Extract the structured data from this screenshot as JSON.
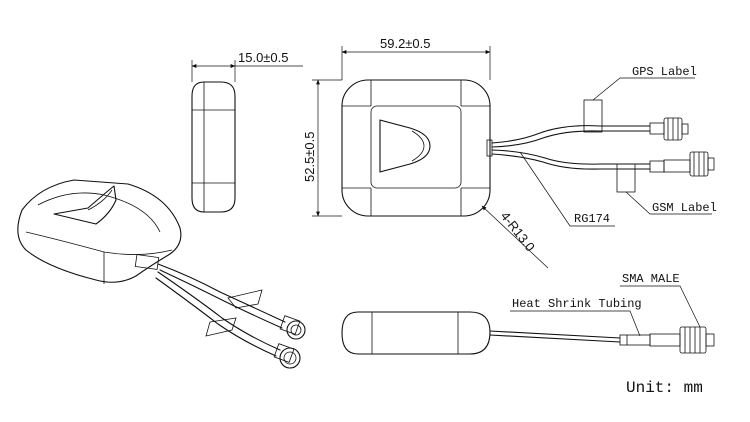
{
  "dimensions": {
    "thickness": "15.0±0.5",
    "width": "59.2±0.5",
    "height": "52.5±0.5",
    "corner_radius": "4-R13.0"
  },
  "labels": {
    "gps_label": "GPS Label",
    "gsm_label": "GSM Label",
    "cable": "RG174",
    "sma_male": "SMA MALE",
    "heat_shrink": "Heat Shrink Tubing"
  },
  "unit": "Unit: mm"
}
